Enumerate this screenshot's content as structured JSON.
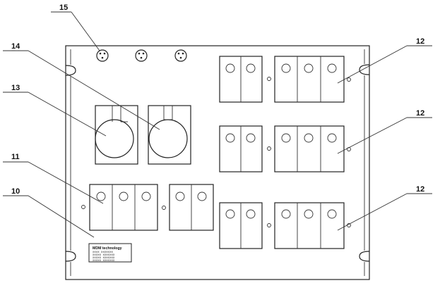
{
  "callouts": {
    "c15": "15",
    "c14": "14",
    "c13": "13",
    "c11": "11",
    "c10": "10",
    "c12a": "12",
    "c12b": "12",
    "c12c": "12"
  },
  "nameplate": {
    "title": "MDM technology",
    "lines": [
      "xxxx xxxxxxx",
      "xxxxx xxxxxxx",
      "xxxxx xxxxxxx",
      "xxxxx xxxxxxx"
    ]
  },
  "colors": {
    "line": "#222222",
    "background": "#ffffff"
  }
}
